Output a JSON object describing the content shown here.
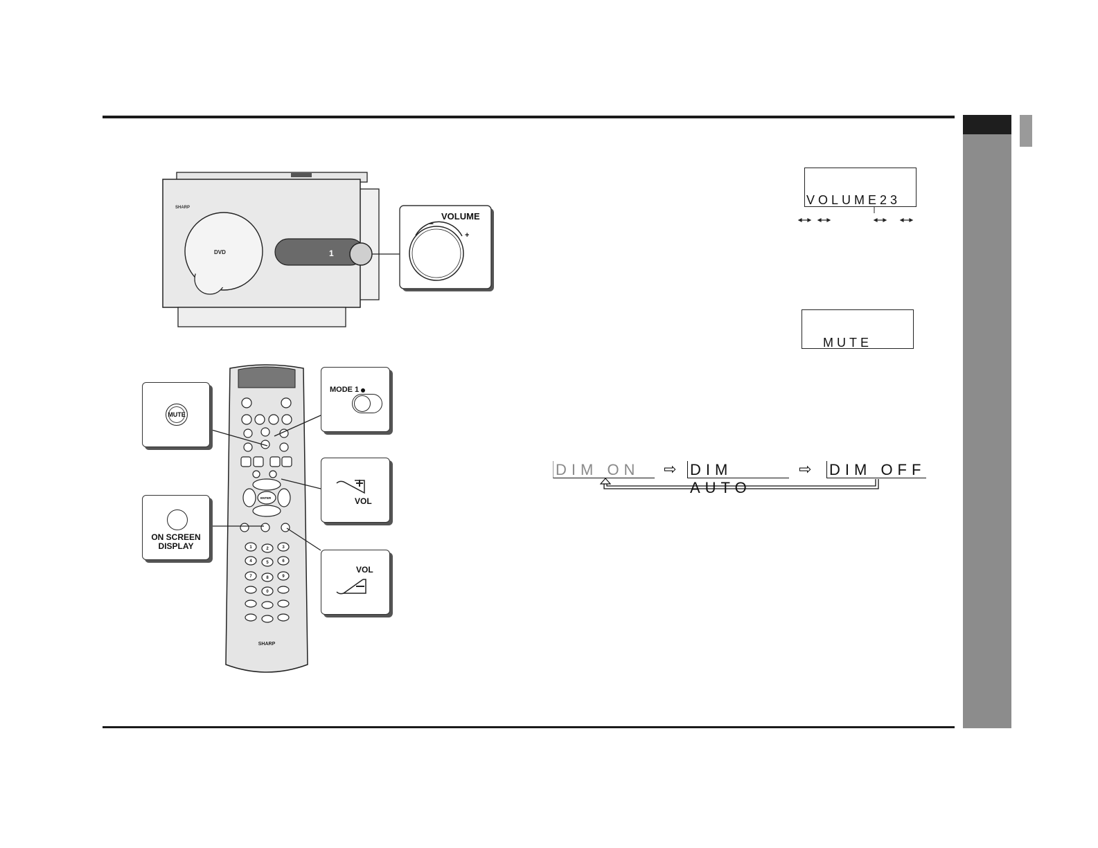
{
  "displays": {
    "volume": {
      "text": "VOLUME23"
    },
    "mute": {
      "text": "MUTE"
    }
  },
  "dimmer_cycle": {
    "items": [
      "DIM ON",
      "DIM AUTO",
      "DIM OFF"
    ],
    "arrow": "⇨"
  },
  "main_unit": {
    "brand": "SHARP",
    "disc_logo": "DVD",
    "knob_label": "VOLUME",
    "knob_minus": "−",
    "knob_plus": "+",
    "display_text": "1"
  },
  "remote": {
    "brand": "SHARP",
    "buttons": [
      "1",
      "2",
      "3",
      "4",
      "5",
      "6",
      "7",
      "8",
      "9",
      "0"
    ],
    "enter_label": "ENTER"
  },
  "callouts": {
    "mute": "MUTE",
    "mode1": "MODE 1",
    "vol_plus": "VOL",
    "on_screen": "ON SCREEN DISPLAY",
    "vol_minus": "VOL"
  }
}
